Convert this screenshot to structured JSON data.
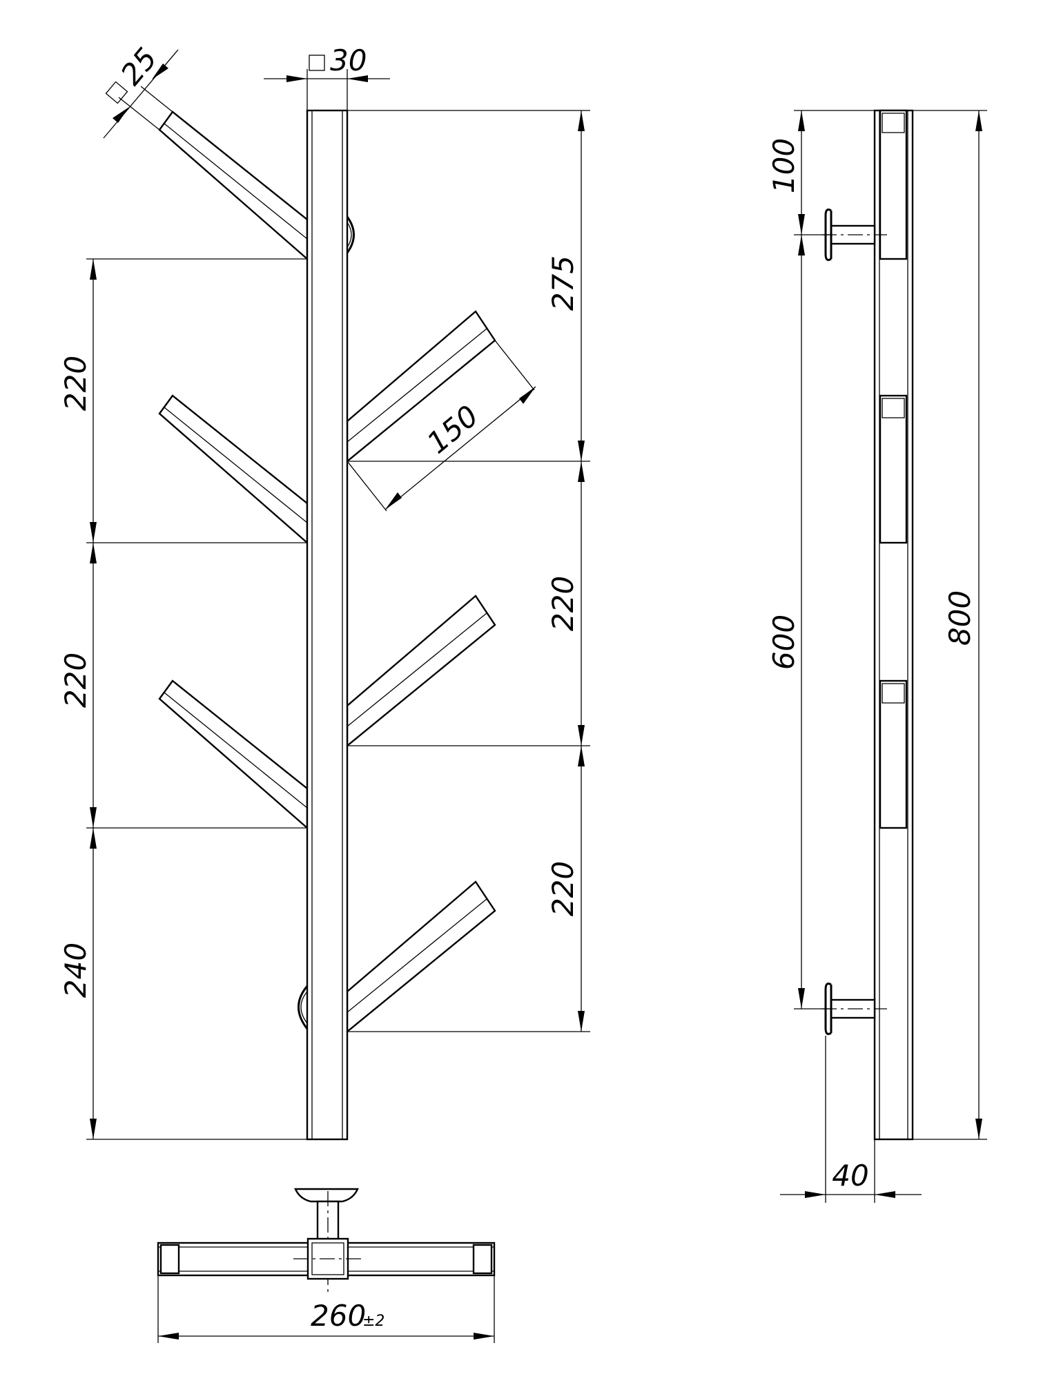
{
  "dimensions": {
    "square_main": "30",
    "square_branch": "25",
    "top_to_first_branch": "275",
    "branch_length": "150",
    "right_spacing_1": "220",
    "right_spacing_2": "220",
    "left_spacing_1": "220",
    "left_spacing_2": "220",
    "left_bottom": "240",
    "side_top": "100",
    "side_mount_spacing": "600",
    "side_total": "800",
    "side_depth": "40",
    "bottom_width": "260",
    "bottom_tolerance": "±2"
  }
}
